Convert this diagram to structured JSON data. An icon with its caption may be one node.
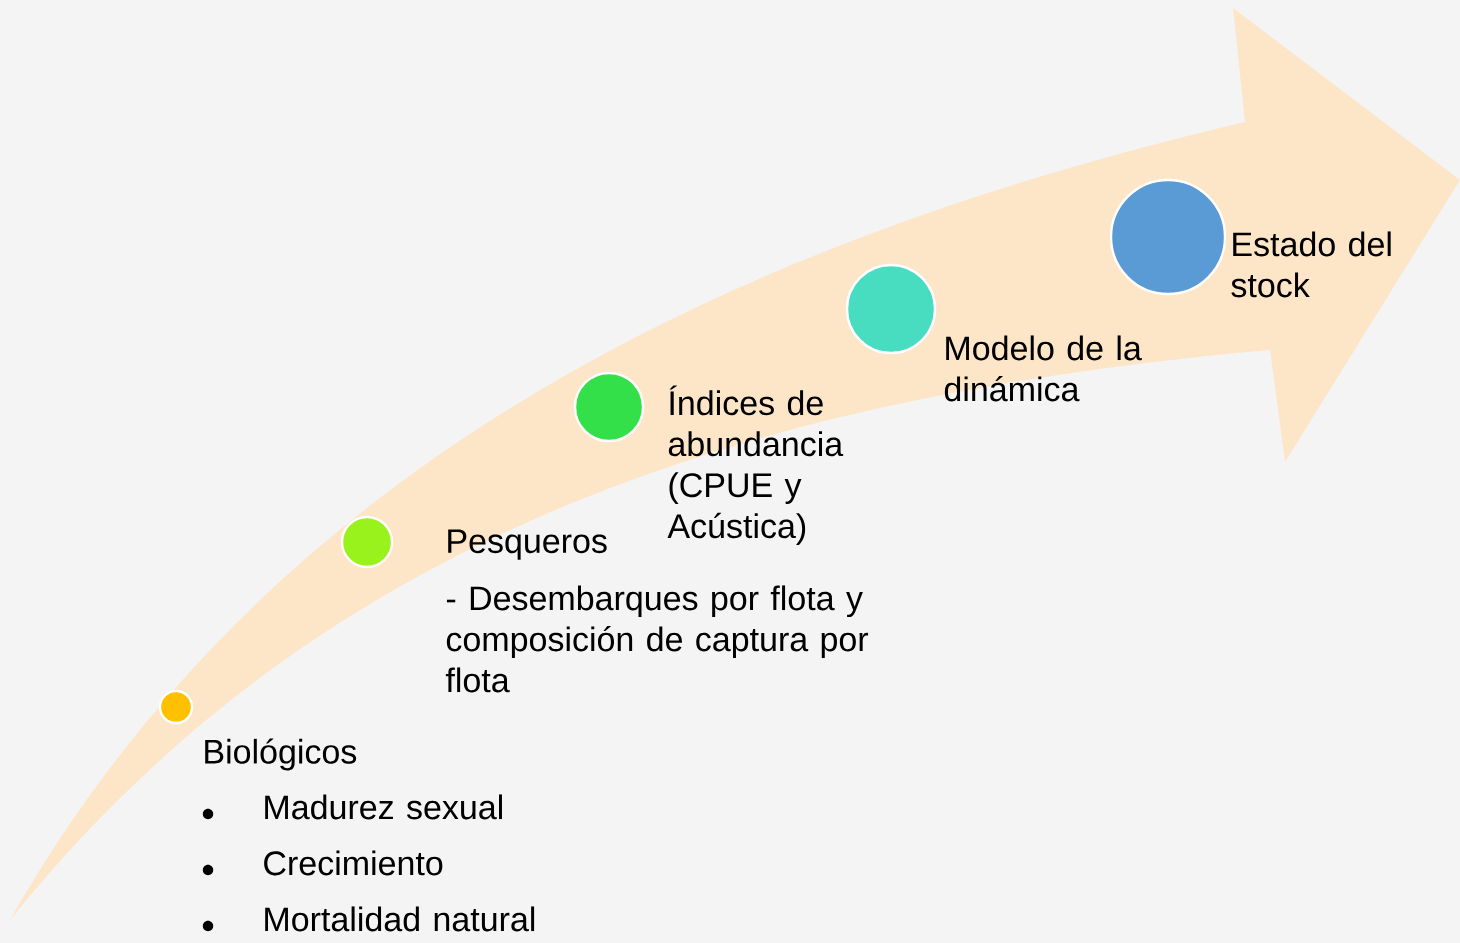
{
  "diagram": {
    "nodes": [
      {
        "text": [],
        "shape": "circle",
        "beside": [
          "Biológicos",
          "Madurez sexual",
          "Crecimiento",
          "Mortalidad natural"
        ]
      },
      {
        "text": [],
        "shape": "circle",
        "beside": [
          "Pesqueros",
          "- Desembarques por flota y composición de captura por flota"
        ]
      },
      {
        "text": [],
        "shape": "circle",
        "beside": [
          "Índices de abundancia (CPUE y Acústica)"
        ]
      },
      {
        "text": [],
        "shape": "circle",
        "beside": [
          "Modelo de la dinámica"
        ]
      },
      {
        "text": [],
        "shape": "circle",
        "beside": [
          "Estado del stock"
        ]
      }
    ]
  }
}
